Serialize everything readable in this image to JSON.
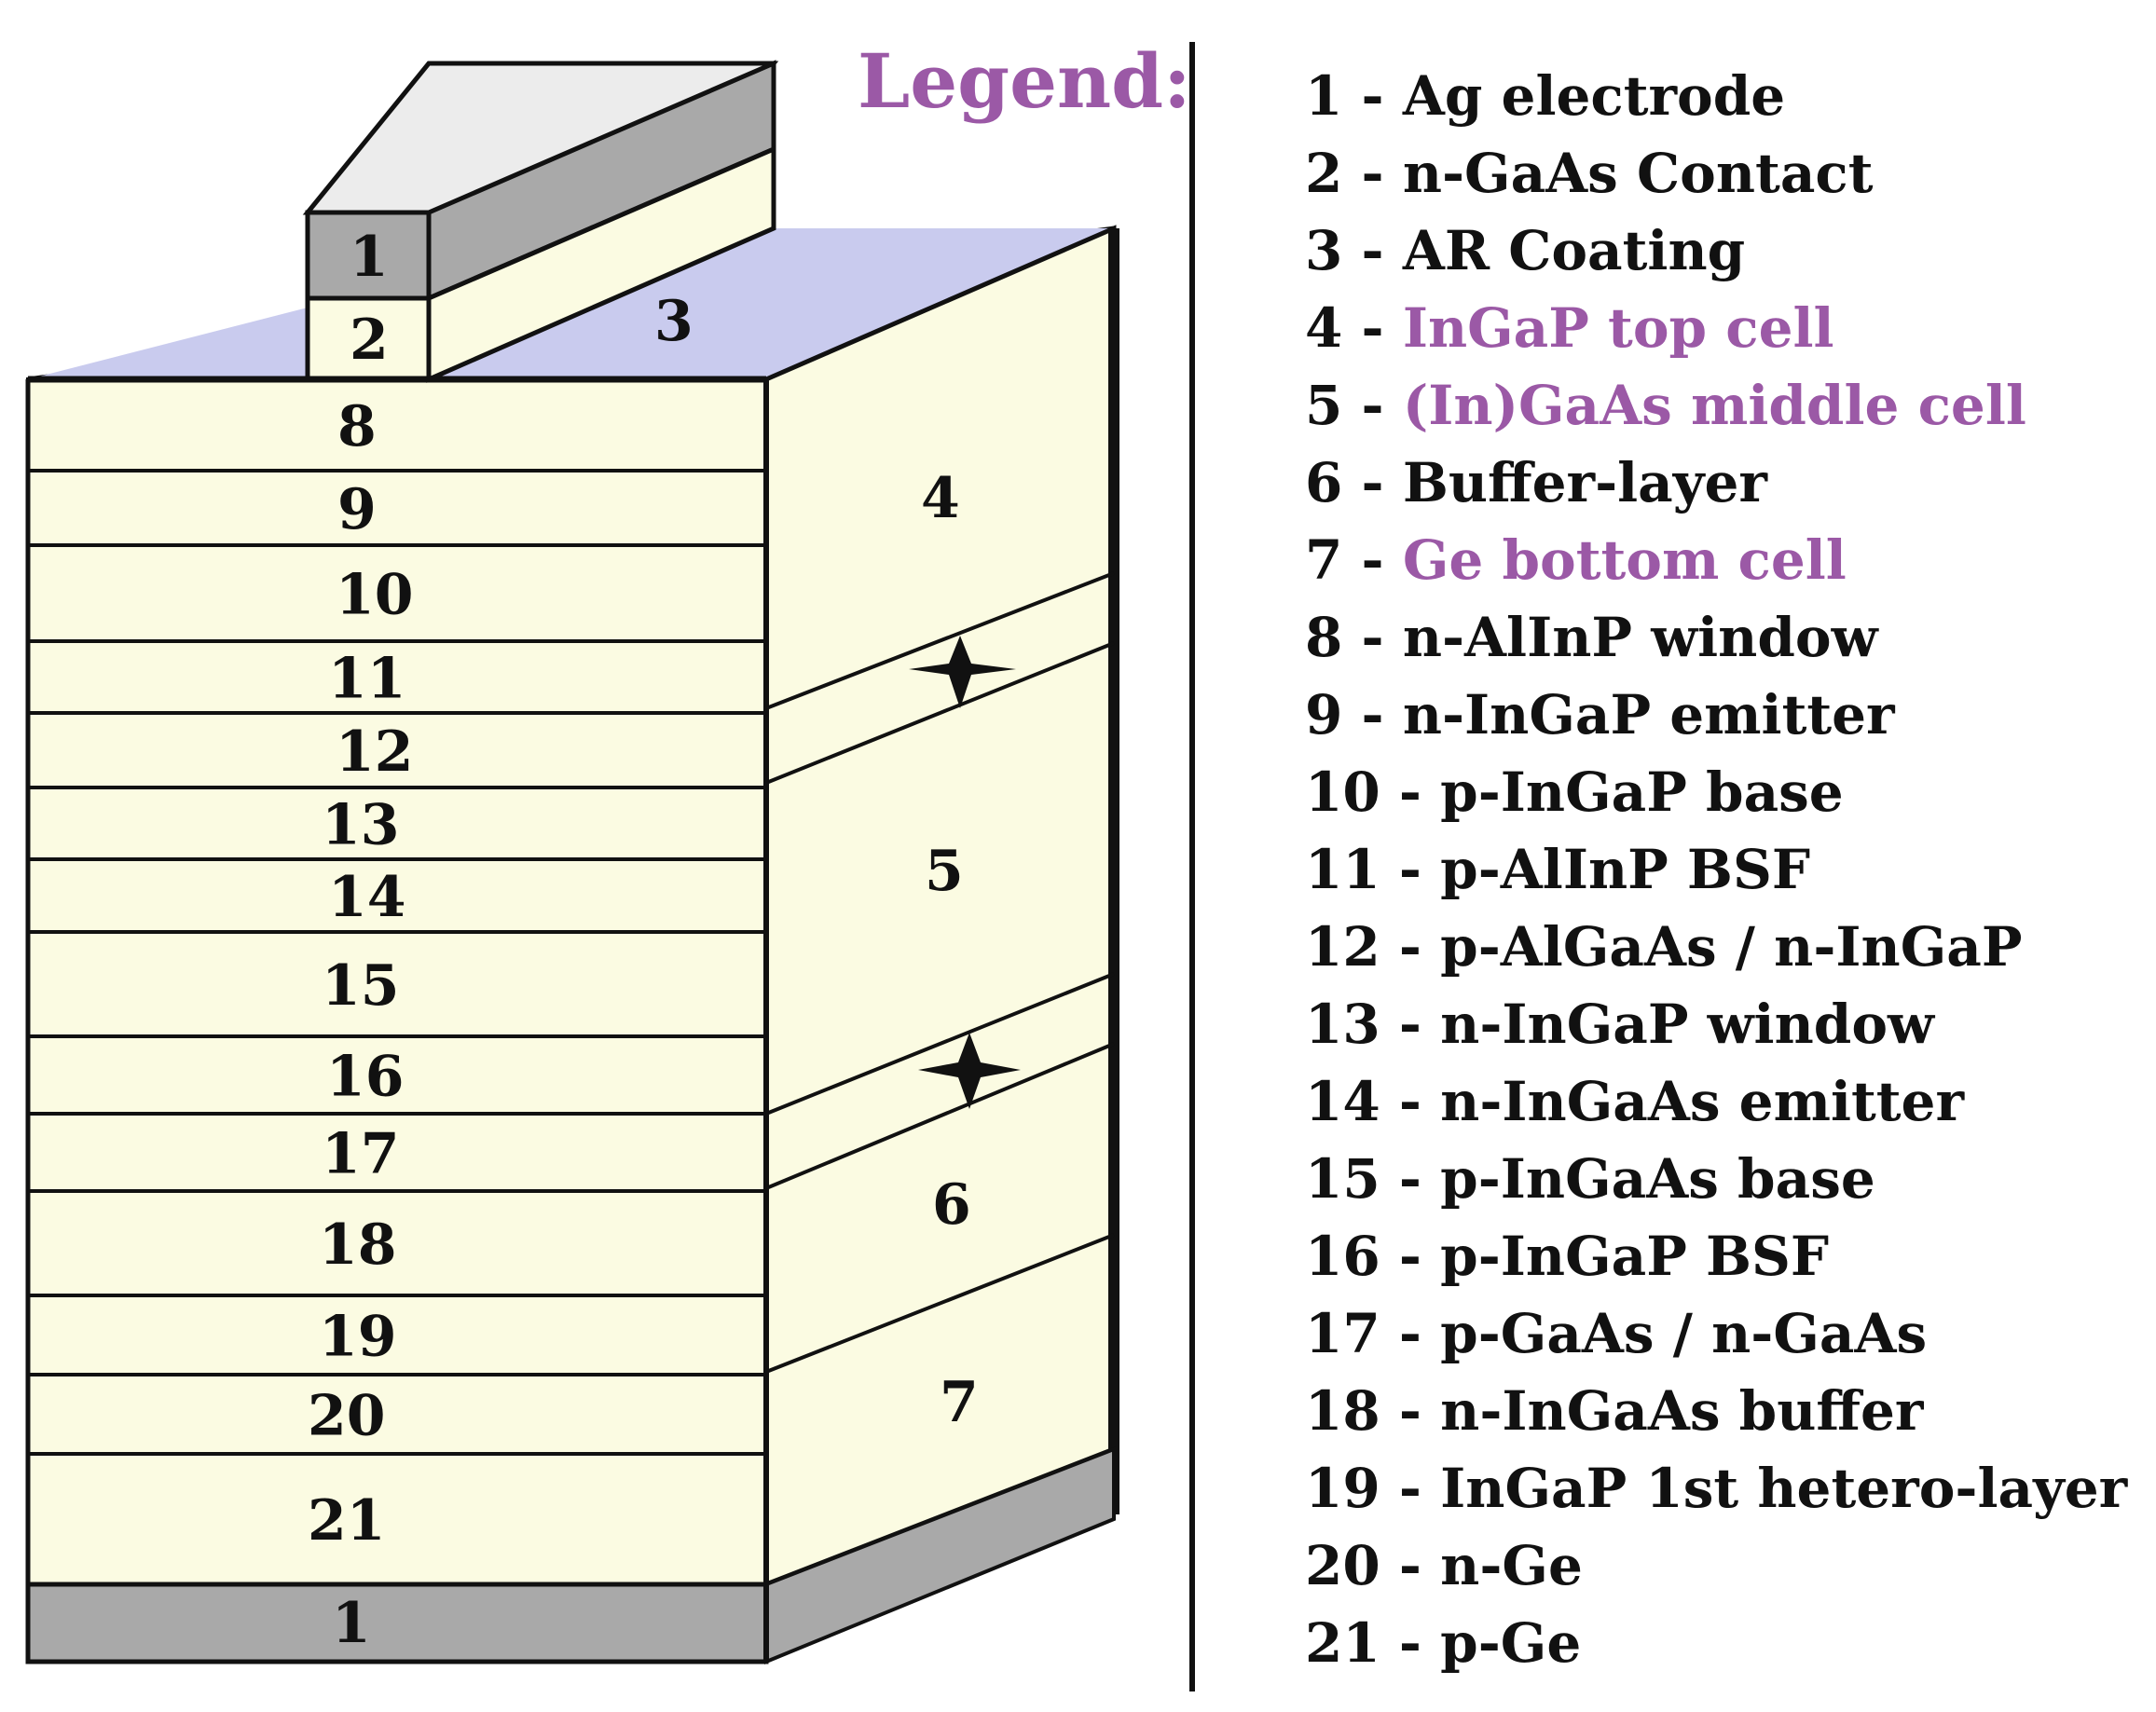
{
  "colors": {
    "layer_fill": "#fbfbe2",
    "contact_grey": "#a9a9a9",
    "ar_coating": "#c9cbee",
    "outline": "#111111",
    "accent": "#9b59a6"
  },
  "diagram": {
    "front_layers": [
      {
        "id": "8"
      },
      {
        "id": "9"
      },
      {
        "id": "10"
      },
      {
        "id": "11"
      },
      {
        "id": "12"
      },
      {
        "id": "13"
      },
      {
        "id": "14"
      },
      {
        "id": "15"
      },
      {
        "id": "16"
      },
      {
        "id": "17"
      },
      {
        "id": "18"
      },
      {
        "id": "19"
      },
      {
        "id": "20"
      },
      {
        "id": "21"
      }
    ],
    "bottom_electrode_label": "1",
    "top_electrode_label": "1",
    "top_contact_label": "2",
    "ar_coating_label": "3",
    "side_labels": {
      "cell_4": "4",
      "cell_5": "5",
      "cell_6": "6",
      "cell_7": "7"
    },
    "junction_markers": [
      "tunnel-junction-upper",
      "tunnel-junction-lower"
    ]
  },
  "legend": {
    "title": "Legend:",
    "items": [
      {
        "number": "1",
        "text": "1 - Ag electrode",
        "highlight": false
      },
      {
        "number": "2",
        "text": "2 - n-GaAs Contact",
        "highlight": false
      },
      {
        "number": "3",
        "text": "3 - AR Coating",
        "highlight": false
      },
      {
        "number": "4",
        "prefix": "4 - ",
        "name": "InGaP top cell",
        "highlight": true
      },
      {
        "number": "5",
        "prefix": "5 - ",
        "name": "(In)GaAs middle cell",
        "highlight": true
      },
      {
        "number": "6",
        "text": "6 - Buffer-layer",
        "highlight": false
      },
      {
        "number": "7",
        "prefix": "7 - ",
        "name": "Ge bottom cell",
        "highlight": true
      },
      {
        "number": "8",
        "text": "8 - n-AlInP window",
        "highlight": false
      },
      {
        "number": "9",
        "text": "9 - n-InGaP emitter",
        "highlight": false
      },
      {
        "number": "10",
        "text": "10 - p-InGaP base",
        "highlight": false
      },
      {
        "number": "11",
        "text": "11 - p-AlInP BSF",
        "highlight": false
      },
      {
        "number": "12",
        "text": "12 - p-AlGaAs / n-InGaP",
        "highlight": false
      },
      {
        "number": "13",
        "text": "13 - n-InGaP window",
        "highlight": false
      },
      {
        "number": "14",
        "text": "14 - n-InGaAs emitter",
        "highlight": false
      },
      {
        "number": "15",
        "text": "15 - p-InGaAs base",
        "highlight": false
      },
      {
        "number": "16",
        "text": "16 - p-InGaP BSF",
        "highlight": false
      },
      {
        "number": "17",
        "text": "17 - p-GaAs / n-GaAs",
        "highlight": false
      },
      {
        "number": "18",
        "text": "18 - n-InGaAs buffer",
        "highlight": false
      },
      {
        "number": "19",
        "text": "19 - InGaP 1st hetero-layer",
        "highlight": false
      },
      {
        "number": "20",
        "text": "20 - n-Ge",
        "highlight": false
      },
      {
        "number": "21",
        "text": "21 - p-Ge",
        "highlight": false
      }
    ]
  }
}
